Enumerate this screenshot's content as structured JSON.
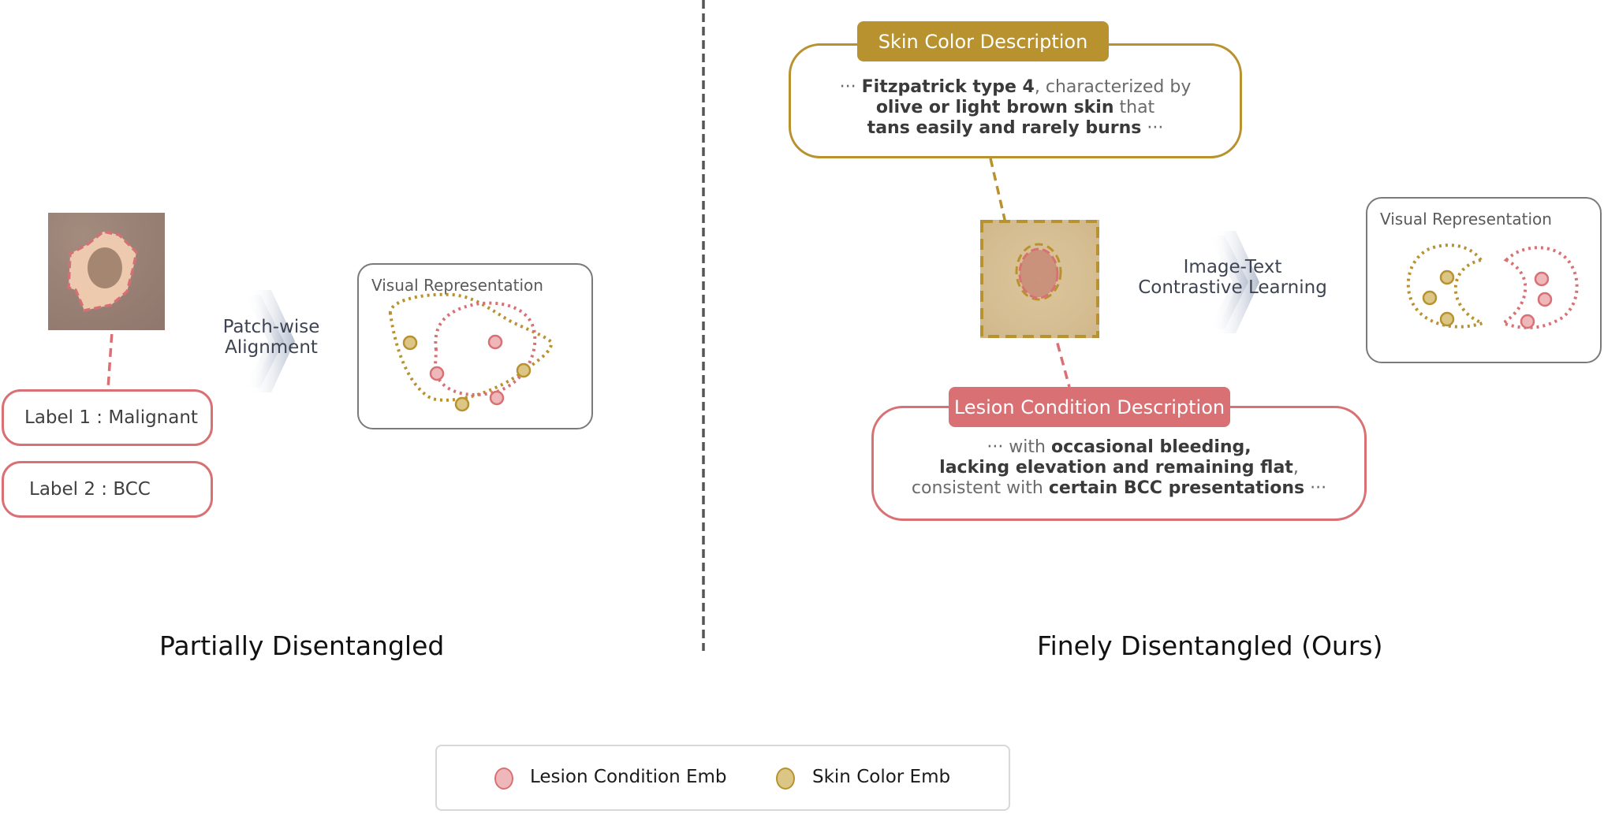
{
  "colors": {
    "lesion": "#d87074",
    "lesion_fill": "#eeb8ba",
    "skin": "#b8922f",
    "skin_fill": "#dcc686",
    "divider": "#555555",
    "box_border": "#7a7a7a"
  },
  "left_panel": {
    "title": "Partially Disentangled",
    "labels": [
      {
        "text": "Label 1 : Malignant"
      },
      {
        "text": "Label 2 : BCC"
      }
    ],
    "flow_label_line1": "Patch-wise",
    "flow_label_line2": "Alignment",
    "visual_representation": {
      "title": "Visual Representation",
      "embeddings": [
        {
          "type": "skin"
        },
        {
          "type": "skin"
        },
        {
          "type": "skin"
        },
        {
          "type": "lesion"
        },
        {
          "type": "lesion"
        },
        {
          "type": "lesion"
        }
      ]
    }
  },
  "right_panel": {
    "title": "Finely Disentangled (Ours)",
    "skin_description": {
      "tab": "Skin Color Description",
      "line1_pre": "··· ",
      "line1_bold": "Fitzpatrick type 4",
      "line1_post": ", characterized by",
      "line2_bold": "olive or light brown skin",
      "line2_post": " that",
      "line3_bold": "tans easily and rarely burns",
      "line3_post": " ···"
    },
    "lesion_description": {
      "tab": "Lesion Condition Description",
      "line1_pre": "··· with ",
      "line1_bold": "occasional bleeding,",
      "line2_bold": "lacking elevation and remaining flat",
      "line2_post": ",",
      "line3_pre": "consistent with ",
      "line3_bold": "certain BCC presentations",
      "line3_post": " ···"
    },
    "flow_label_line1": "Image-Text",
    "flow_label_line2": "Contrastive Learning",
    "visual_representation": {
      "title": "Visual Representation",
      "embeddings": [
        {
          "type": "skin"
        },
        {
          "type": "skin"
        },
        {
          "type": "skin"
        },
        {
          "type": "lesion"
        },
        {
          "type": "lesion"
        },
        {
          "type": "lesion"
        }
      ]
    }
  },
  "legend": {
    "items": [
      {
        "label": "Lesion Condition Emb",
        "type": "lesion"
      },
      {
        "label": "Skin Color Emb",
        "type": "skin"
      }
    ]
  }
}
